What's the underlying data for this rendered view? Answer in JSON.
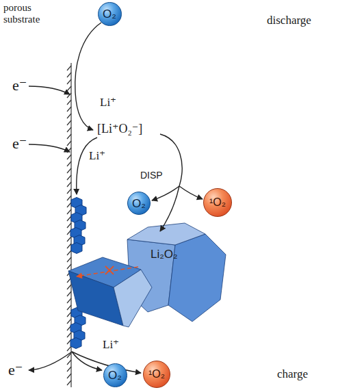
{
  "diagram": {
    "nodes": [
      {
        "text": [
          "O₂"
        ]
      },
      {
        "text": [
          "O₂"
        ]
      },
      {
        "text": [
          "¹O₂"
        ]
      },
      {
        "text": [
          "O₂"
        ]
      },
      {
        "text": [
          "¹O₂"
        ]
      }
    ],
    "labels": [
      "porous substrate",
      "discharge",
      "e⁻",
      "Li⁺",
      "[Li⁺O₂⁻]",
      "e⁻",
      "Li⁺",
      "DISP",
      "Li₂O₂",
      "Li⁺",
      "e⁻",
      "charge"
    ]
  }
}
